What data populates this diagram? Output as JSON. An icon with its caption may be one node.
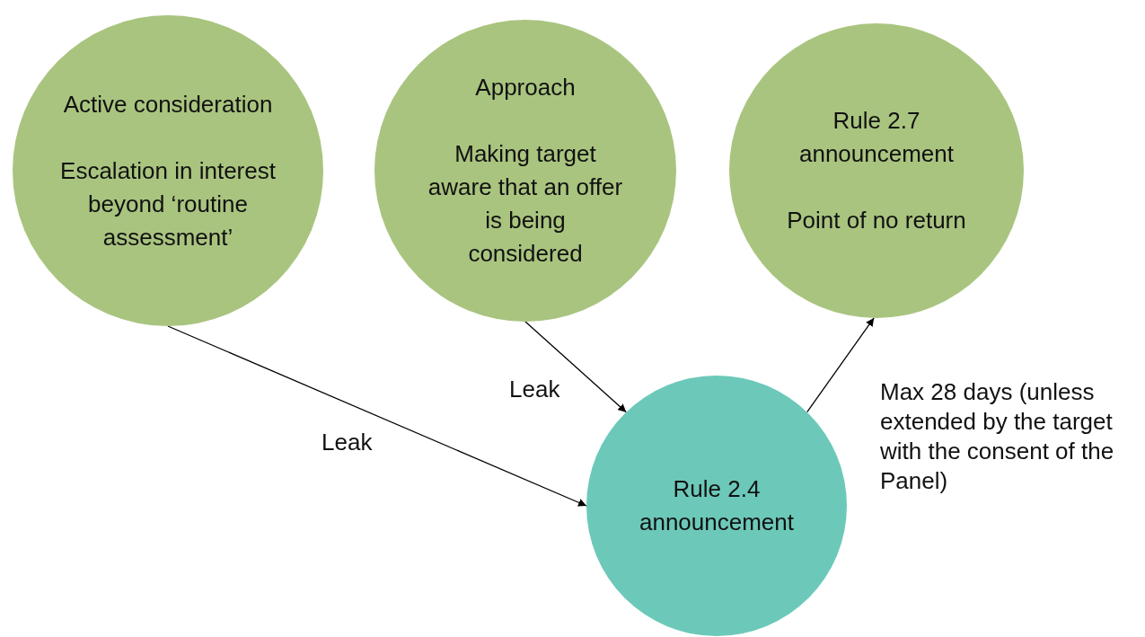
{
  "diagram": {
    "nodes": [
      {
        "text": [
          "Active consideration",
          "Escalation in interest beyond ‘routine assessment’"
        ]
      },
      {
        "text": [
          "Approach",
          "Making target aware that an offer is being considered"
        ]
      },
      {
        "text": [
          "Rule 2.7 announcement",
          "Point of no return"
        ]
      },
      {
        "text": [
          "Rule 2.4 announcement"
        ]
      }
    ],
    "edges": [
      {
        "from": 0,
        "to": 3,
        "arrow": "to",
        "label": "Leak"
      },
      {
        "from": 1,
        "to": 3,
        "arrow": "to",
        "label": "Leak"
      },
      {
        "from": 3,
        "to": 2,
        "arrow": "to",
        "label": "Max 28 days (unless extended by the target with the consent of the Panel)"
      }
    ]
  }
}
